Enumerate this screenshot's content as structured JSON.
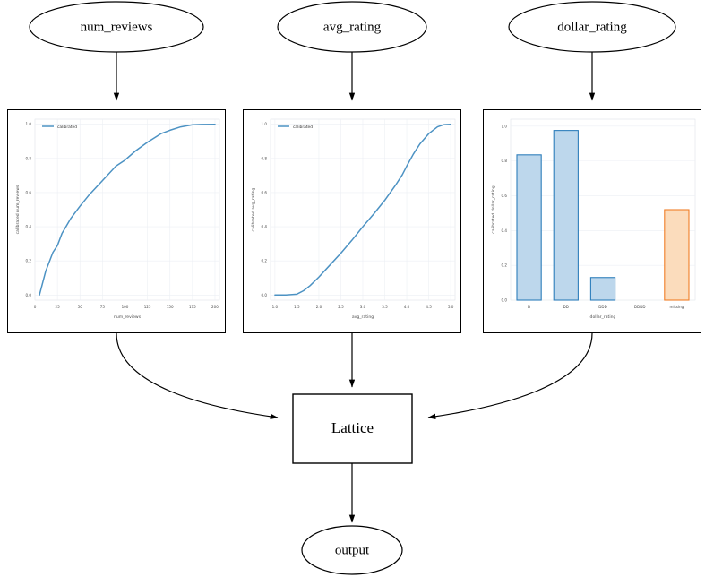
{
  "diagram": {
    "title": "calibrated lattice model graph",
    "inputs": [
      {
        "id": "num_reviews",
        "label": "num_reviews"
      },
      {
        "id": "avg_rating",
        "label": "avg_rating"
      },
      {
        "id": "dollar_rating",
        "label": "dollar_rating"
      }
    ],
    "lattice": {
      "label": "Lattice"
    },
    "output": {
      "label": "output"
    }
  },
  "colors": {
    "line": "#4c92c3",
    "bar_blue_fill": "#bdd7ec",
    "bar_blue_edge": "#2e7ebb",
    "bar_orange_fill": "#fbdcbc",
    "bar_orange_edge": "#f07e26",
    "grid": "#eceff4",
    "axis_text": "#4a4a4a",
    "node_stroke": "#000000",
    "edge_stroke": "#000000"
  },
  "chart_data": [
    {
      "type": "line",
      "id": "num_reviews_calibrator",
      "title": "",
      "xlabel": "num_reviews",
      "ylabel": "calibrated num_reviews",
      "legend": [
        "calibrated"
      ],
      "legend_position": "upper left",
      "grid": true,
      "xlim": [
        0,
        205
      ],
      "ylim": [
        -0.03,
        1.03
      ],
      "xticks": [
        0,
        25,
        50,
        75,
        100,
        125,
        150,
        175,
        200
      ],
      "xticklabels": [
        "0",
        "25",
        "50",
        "75",
        "100",
        "125",
        "150",
        "175",
        "200"
      ],
      "yticks": [
        0.0,
        0.2,
        0.4,
        0.6,
        0.8,
        1.0
      ],
      "yticklabels": [
        "0.0",
        "0.2",
        "0.4",
        "0.6",
        "0.8",
        "1.0"
      ],
      "series": [
        {
          "name": "calibrated",
          "x": [
            5,
            12,
            20,
            25,
            30,
            40,
            50,
            60,
            75,
            90,
            100,
            112,
            125,
            140,
            150,
            162,
            175,
            185,
            200
          ],
          "y": [
            0.0,
            0.14,
            0.25,
            0.29,
            0.36,
            0.45,
            0.52,
            0.585,
            0.67,
            0.755,
            0.79,
            0.845,
            0.895,
            0.945,
            0.965,
            0.985,
            0.997,
            0.999,
            1.0
          ]
        }
      ]
    },
    {
      "type": "line",
      "id": "avg_rating_calibrator",
      "title": "",
      "xlabel": "avg_rating",
      "ylabel": "calibrated avg_rating",
      "legend": [
        "calibrated"
      ],
      "legend_position": "upper left",
      "grid": true,
      "xlim": [
        0.9,
        5.1
      ],
      "ylim": [
        -0.03,
        1.03
      ],
      "xticks": [
        1.0,
        1.5,
        2.0,
        2.5,
        3.0,
        3.5,
        4.0,
        4.5,
        5.0
      ],
      "xticklabels": [
        "1.0",
        "1.5",
        "2.0",
        "2.5",
        "3.0",
        "3.5",
        "4.0",
        "4.5",
        "5.0"
      ],
      "yticks": [
        0.0,
        0.2,
        0.4,
        0.6,
        0.8,
        1.0
      ],
      "yticklabels": [
        "0.0",
        "0.2",
        "0.4",
        "0.6",
        "0.8",
        "1.0"
      ],
      "series": [
        {
          "name": "calibrated",
          "x": [
            1.0,
            1.25,
            1.5,
            1.65,
            1.8,
            2.0,
            2.25,
            2.5,
            2.75,
            3.0,
            3.25,
            3.5,
            3.75,
            3.9,
            4.0,
            4.15,
            4.3,
            4.5,
            4.7,
            4.85,
            5.0
          ],
          "y": [
            0.0,
            0.0,
            0.005,
            0.025,
            0.055,
            0.105,
            0.175,
            0.245,
            0.32,
            0.4,
            0.475,
            0.555,
            0.645,
            0.705,
            0.755,
            0.825,
            0.885,
            0.945,
            0.985,
            0.998,
            1.0
          ]
        }
      ]
    },
    {
      "type": "bar",
      "id": "dollar_rating_calibrator",
      "title": "",
      "xlabel": "dollar_rating",
      "ylabel": "calibrated dollar_rating",
      "grid": true,
      "ylim": [
        0.0,
        1.04
      ],
      "yticks": [
        0.0,
        0.2,
        0.4,
        0.6,
        0.8,
        1.0
      ],
      "yticklabels": [
        "0.0",
        "0.2",
        "0.4",
        "0.6",
        "0.8",
        "1.0"
      ],
      "categories": [
        "D",
        "DD",
        "DDD",
        "DDDD",
        "missing"
      ],
      "values": [
        0.835,
        0.975,
        0.13,
        0.0,
        0.52
      ],
      "bar_colors": [
        "blue",
        "blue",
        "blue",
        "blue",
        "orange"
      ]
    }
  ]
}
